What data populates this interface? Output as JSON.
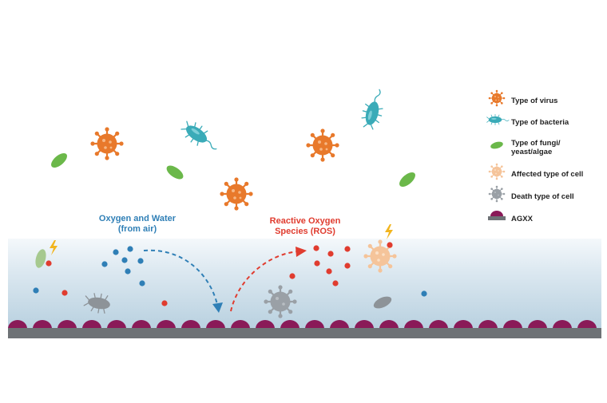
{
  "labels": {
    "oxygen_water_line1": "Oxygen and Water",
    "oxygen_water_line2": "(from air)",
    "ros_line1": "Reactive Oxygen",
    "ros_line2": "Species (ROS)"
  },
  "legend": {
    "virus": "Type of virus",
    "bacteria": "Type of bacteria",
    "fungi_line1": "Type of fungi/",
    "fungi_line2": "yeast/algae",
    "affected": "Affected type of cell",
    "death": "Death type of cell",
    "agxx": "AGXX"
  },
  "colors": {
    "virus": "#e8792b",
    "bacteria": "#3aabb8",
    "fungi": "#6bb84a",
    "affected": "#f5c49a",
    "death": "#9aa0a6",
    "agxx_bump": "#8a1a58",
    "substrate": "#6e7276",
    "oxygen_dot": "#2f7fb6",
    "ros_dot": "#e03c2f",
    "lightning": "#f2b51f"
  }
}
